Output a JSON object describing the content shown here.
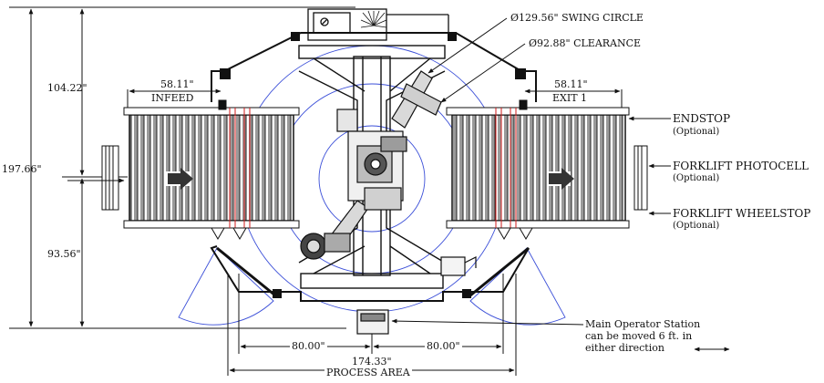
{
  "dimensions": {
    "overall_height": "197.66\"",
    "upper_height": "104.22\"",
    "lower_height": "93.56\"",
    "infeed_width": "58.11\"",
    "exit_width": "58.11\"",
    "left_station_offset": "80.00\"",
    "right_station_offset": "80.00\"",
    "process_area_width": "174.33\""
  },
  "labels": {
    "infeed": "INFEED",
    "exit": "EXIT 1",
    "process_area": "PROCESS AREA",
    "swing_circle": "Ø129.56\" SWING CIRCLE",
    "clearance": "Ø92.88\" CLEARANCE",
    "endstop": "ENDSTOP",
    "endstop_note": "(Optional)",
    "photocell": "FORKLIFT PHOTOCELL",
    "photocell_note": "(Optional)",
    "wheelstop": "FORKLIFT WHEELSTOP",
    "wheelstop_note": "(Optional)",
    "operator_station_line1": "Main Operator Station",
    "operator_station_line2": "can be moved 6 ft. in",
    "operator_station_line3": "either direction"
  },
  "colors": {
    "line": "#111111",
    "swing_circle": "#3b4fd8",
    "photo_beam": "#d21b1b"
  }
}
